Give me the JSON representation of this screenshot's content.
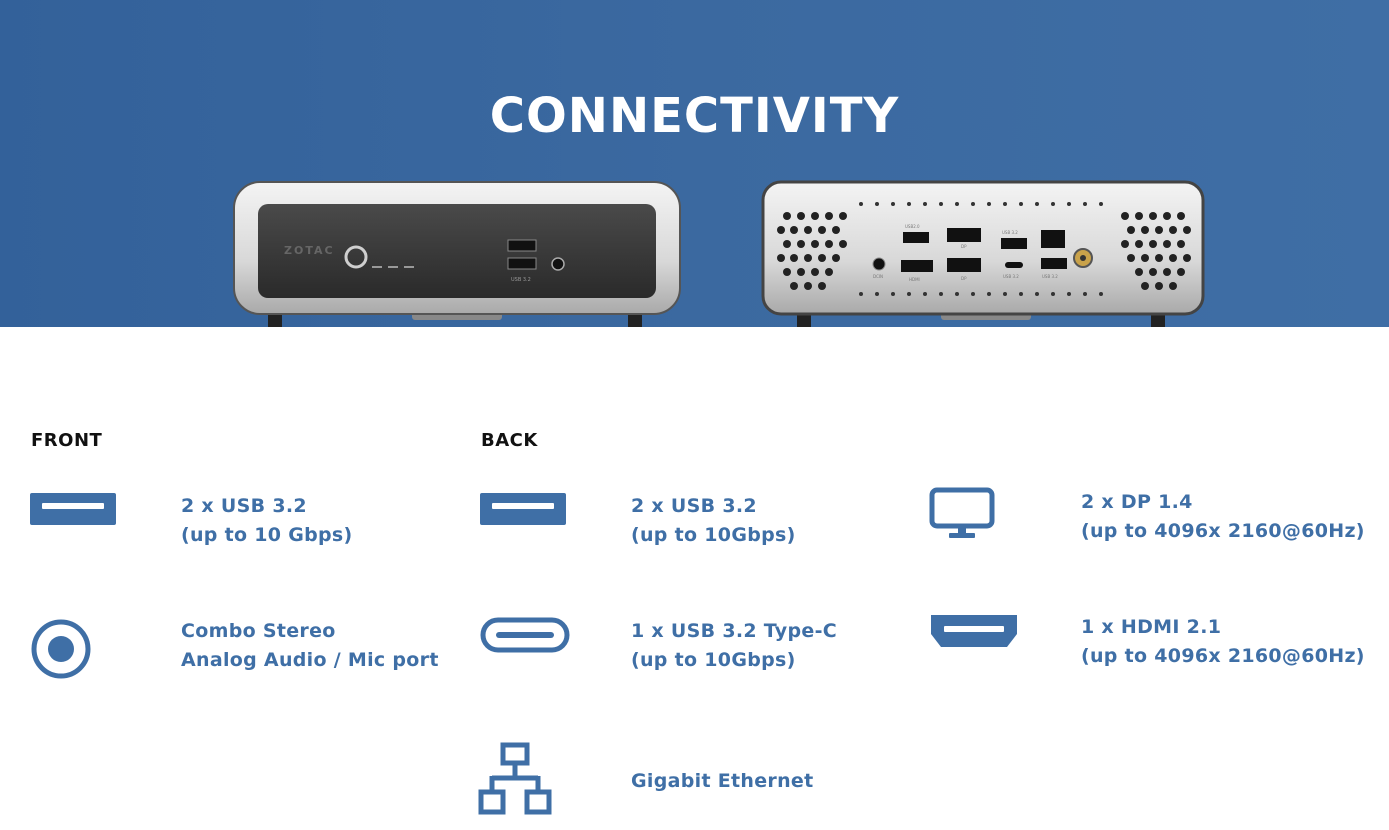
{
  "hero": {
    "title": "CONNECTIVITY",
    "front_device": {
      "brand": "ZOTAC",
      "port_label": "USB 3.2"
    },
    "back_device": {
      "port_labels": [
        "DCIN",
        "USB2.0",
        "HDMI",
        "DP",
        "DP",
        "USB 3.2",
        "USB 3.2",
        "USB 3.2"
      ]
    }
  },
  "front": {
    "label": "FRONT",
    "items": [
      {
        "icon": "usb-a-icon",
        "line1": "2 x USB 3.2",
        "line2": "(up to 10 Gbps)"
      },
      {
        "icon": "audio-jack-icon",
        "line1": "Combo Stereo",
        "line2": "Analog Audio / Mic port"
      }
    ]
  },
  "back": {
    "label": "BACK",
    "items": [
      {
        "icon": "usb-a-icon",
        "line1": "2 x USB 3.2",
        "line2": "(up to 10Gbps)"
      },
      {
        "icon": "usb-c-icon",
        "line1": "1 x USB 3.2 Type-C",
        "line2": "(up to 10Gbps)"
      },
      {
        "icon": "network-icon",
        "line1": "Gigabit Ethernet"
      },
      {
        "icon": "monitor-icon",
        "line1": "2 x DP 1.4",
        "line2": "(up to 4096x 2160@60Hz)"
      },
      {
        "icon": "hdmi-icon",
        "line1": "1 x HDMI 2.1",
        "line2": "(up to 4096x 2160@60Hz)"
      }
    ]
  },
  "colors": {
    "accent": "#3f6fa6",
    "hero_bg": "#3a68a0",
    "text": "#111111"
  }
}
